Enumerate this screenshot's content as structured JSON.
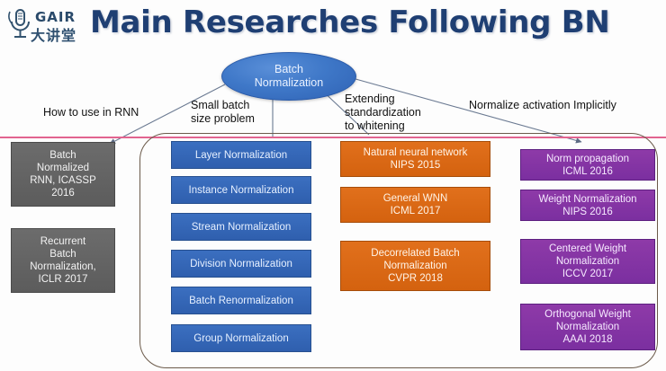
{
  "slide": {
    "title": "Main Researches Following BN",
    "logo": {
      "brand": "GAIR",
      "subtitle": "大讲堂",
      "icon_name": "microphone-icon"
    },
    "colors": {
      "title": "#1f3f73",
      "root_node": "#3f78c8",
      "gray_node": "#5c5c5c",
      "blue_node": "#2f5fae",
      "orange_node": "#d4620f",
      "purple_node": "#7b2fa0",
      "rule": "#e2648f",
      "group_outline": "#6b5a4a",
      "background": "#fdfdfd"
    }
  },
  "root_node": {
    "line1": "Batch",
    "line2": "Normalization"
  },
  "edge_labels": {
    "rnn": "How to use in RNN",
    "small_batch": "Small batch\nsize problem",
    "whitening": "Extending\nstandardization\nto whitening",
    "implicit": "Normalize activation Implicitly"
  },
  "columns": {
    "rnn": {
      "style": "gray",
      "items": [
        {
          "text": "Batch\nNormalized\nRNN, ICASSP\n2016"
        },
        {
          "text": "Recurrent\nBatch\nNormalization,\nICLR 2017"
        }
      ]
    },
    "small_batch": {
      "style": "blue",
      "items": [
        {
          "text": "Layer Normalization"
        },
        {
          "text": "Instance Normalization"
        },
        {
          "text": "Stream Normalization"
        },
        {
          "text": "Division Normalization"
        },
        {
          "text": "Batch Renormalization"
        },
        {
          "text": "Group Normalization"
        }
      ]
    },
    "whitening": {
      "style": "orange",
      "items": [
        {
          "text": "Natural neural network\nNIPS 2015"
        },
        {
          "text": "General WNN\nICML 2017"
        },
        {
          "text": "Decorrelated Batch\nNormalization\nCVPR 2018"
        }
      ]
    },
    "implicit": {
      "style": "purple",
      "items": [
        {
          "text": "Norm propagation\nICML 2016"
        },
        {
          "text": "Weight Normalization\nNIPS 2016"
        },
        {
          "text": "Centered Weight\nNormalization\nICCV 2017"
        },
        {
          "text": "Orthogonal Weight\nNormalization\nAAAI 2018"
        }
      ]
    }
  }
}
